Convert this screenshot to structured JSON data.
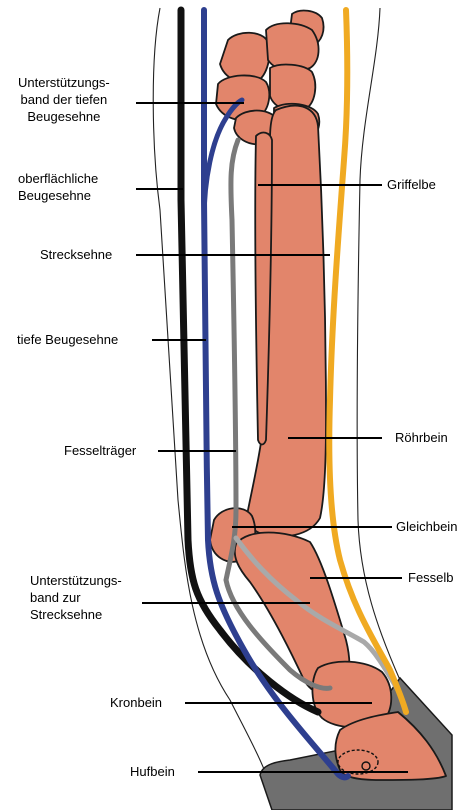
{
  "labels": {
    "unterstuetzungsband_tiefe": "Unterstützungs-\nband der tiefen\nBeugesehne",
    "oberflaechliche_beugesehne": "oberflächliche\nBeugesehne",
    "strecksehne": "Strecksehne",
    "tiefe_beugesehne": "tiefe Beugesehne",
    "fesseltraeger": "Fesselträger",
    "unterstuetzungsband_streck": "Unterstützungs-\nband zur\nStrecksehne",
    "kronbein": "Kronbein",
    "hufbein": "Hufbein",
    "griffelbein": "Griffelbe",
    "roehrbein": "Röhrbein",
    "gleichbein": "Gleichbein",
    "fesselbein": "Fesselb"
  },
  "colors": {
    "bone": "#e2856b",
    "bone_outline": "#1a1a1a",
    "hoof": "#6f6f6f",
    "black_tendon": "#111111",
    "blue_tendon": "#2e3f8f",
    "gray_tendon": "#7a7a7a",
    "light_gray_tendon": "#a9a9a9",
    "yellow_tendon": "#f0aa22"
  }
}
